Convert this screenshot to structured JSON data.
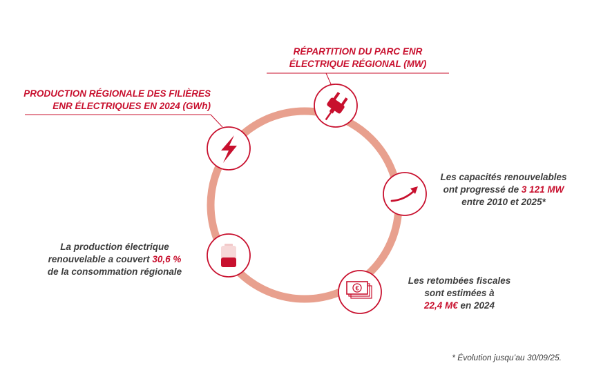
{
  "headings": {
    "parc": {
      "line1": "RÉPARTITION DU PARC ENR",
      "line2": "ÉLECTRIQUE RÉGIONAL (MW)"
    },
    "production": {
      "line1": "PRODUCTION RÉGIONALE DES FILIÈRES",
      "line2": "ENR ÉLECTRIQUES EN 2024 (GWh)"
    }
  },
  "capacites": {
    "line1": "Les capacités renouvelables",
    "line2_before": "ont progressé de ",
    "line2_value": "3 121 MW",
    "line3": "entre 2010 et 2025*"
  },
  "retombees": {
    "line1": "Les retombées fiscales",
    "line2": "sont estimées à",
    "line3_value": "22,4 M€",
    "line3_after": " en 2024"
  },
  "couverture": {
    "line1": "La production électrique",
    "line2_before": "renouvelable a couvert ",
    "line2_value": "30,6 %",
    "line3": "de la consommation régionale"
  },
  "footnote": "* Évolution jusqu’au 30/09/25.",
  "icons": [
    "plug-icon",
    "lightning-icon",
    "trend-arrow-icon",
    "battery-icon",
    "banknotes-euro-icon"
  ],
  "colors": {
    "accent": "#c8102e",
    "ring": "#e8a08e",
    "text": "#3c3c3c"
  }
}
